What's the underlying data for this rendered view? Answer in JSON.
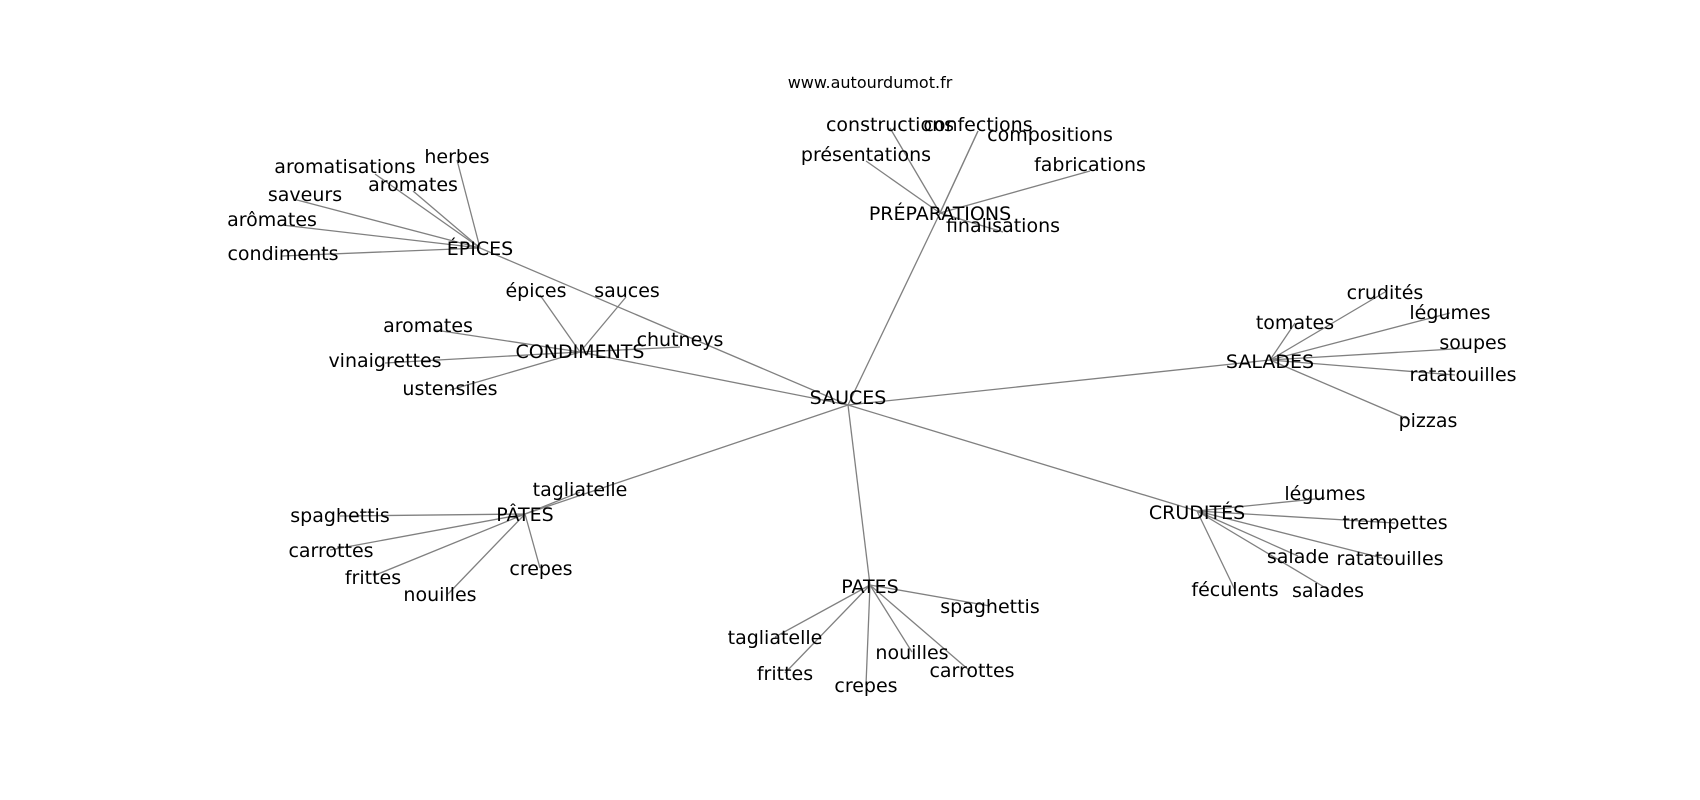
{
  "website": "www.autourdumot.fr",
  "root": "SAUCES",
  "clusters": [
    {
      "id": "preparations",
      "label": "PRÉPARATIONS",
      "children": [
        "constructions",
        "confections",
        "compositions",
        "présentations",
        "fabrications",
        "finalisations"
      ]
    },
    {
      "id": "epices",
      "label": "ÉPICES",
      "children": [
        "herbes",
        "aromatisations",
        "aromates",
        "saveurs",
        "arômates",
        "condiments"
      ]
    },
    {
      "id": "condiments",
      "label": "CONDIMENTS",
      "children": [
        "épices",
        "sauces",
        "chutneys",
        "aromates",
        "vinaigrettes",
        "ustensiles"
      ]
    },
    {
      "id": "salades",
      "label": "SALADES",
      "children": [
        "crudités",
        "tomates",
        "légumes",
        "soupes",
        "ratatouilles",
        "pizzas"
      ]
    },
    {
      "id": "pates-accent",
      "label": "PÂTES",
      "children": [
        "tagliatelle",
        "spaghettis",
        "carrottes",
        "frittes",
        "nouilles",
        "crepes"
      ]
    },
    {
      "id": "pates",
      "label": "PATES",
      "children": [
        "spaghettis",
        "tagliatelle",
        "nouilles",
        "frittes",
        "crepes",
        "carrottes"
      ]
    },
    {
      "id": "crudites",
      "label": "CRUDITÉS",
      "children": [
        "légumes",
        "trempettes",
        "salade",
        "ratatouilles",
        "féculents",
        "salades"
      ]
    }
  ]
}
